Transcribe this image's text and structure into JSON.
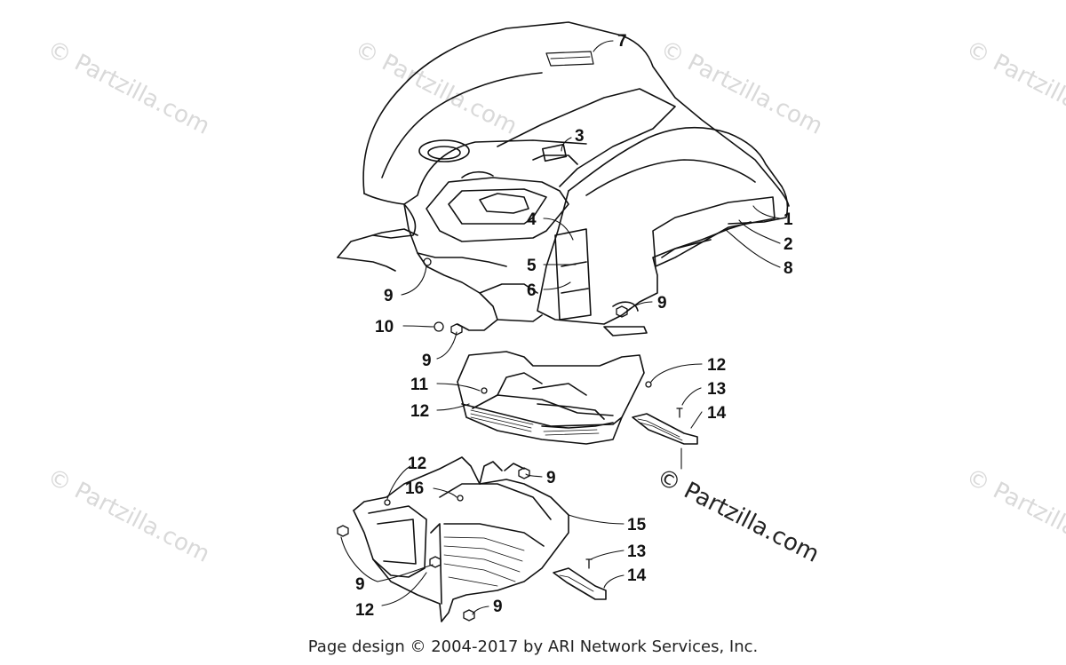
{
  "watermark": "© Partzilla.com",
  "brand_watermark": "© Partzilla.com",
  "footer": "Page design © 2004-2017 by ARI Network Services, Inc.",
  "callouts": [
    "7",
    "3",
    "1",
    "2",
    "8",
    "4",
    "5",
    "6",
    "9",
    "9",
    "10",
    "9",
    "12",
    "13",
    "14",
    "11",
    "12",
    "12",
    "16",
    "9",
    "15",
    "13",
    "14",
    "9",
    "12",
    "9"
  ]
}
